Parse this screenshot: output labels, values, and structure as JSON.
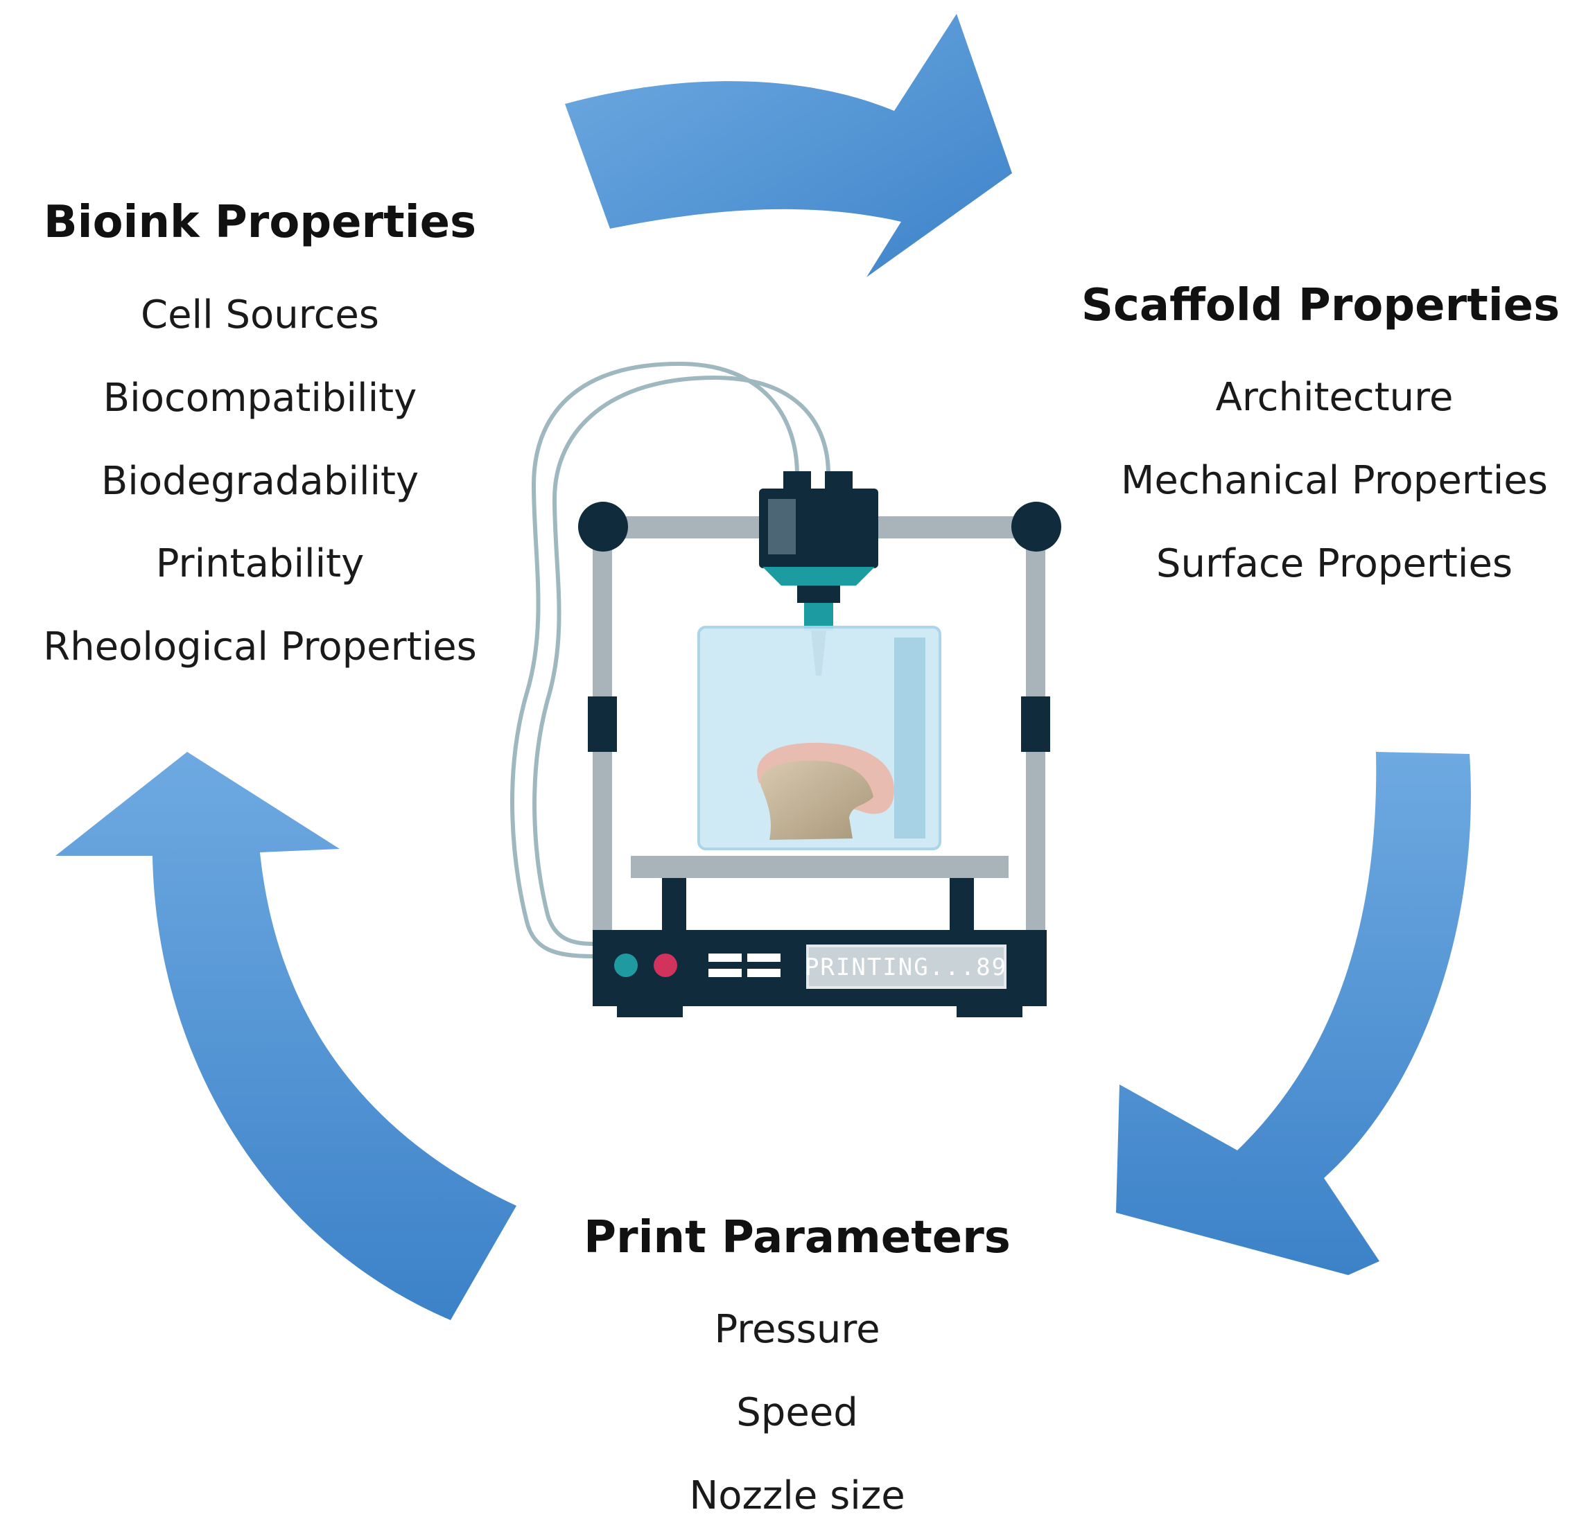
{
  "sections": {
    "bioink": {
      "title": "Bioink Properties",
      "items": [
        "Cell Sources",
        "Biocompatibility",
        "Biodegradability",
        "Printability",
        "Rheological Properties"
      ]
    },
    "scaffold": {
      "title": "Scaffold Properties",
      "items": [
        "Architecture",
        "Mechanical Properties",
        "Surface Properties"
      ]
    },
    "print": {
      "title": "Print Parameters",
      "items": [
        "Pressure",
        "Speed",
        "Nozzle size"
      ]
    }
  },
  "printer": {
    "display_text": "PRINTING...89"
  },
  "colors": {
    "arrow_light": "#6aa6df",
    "arrow_dark": "#3f86cc",
    "frame_dark": "#0f2b3c",
    "frame_rail": "#a9b4ba",
    "nozzle_teal": "#1c9ca1",
    "button_teal": "#1f9aa0",
    "button_pink": "#d2335c",
    "beaker": "#cde9f5",
    "tissue": "#c9b59a",
    "tissue_pink": "#e9bcb2"
  }
}
